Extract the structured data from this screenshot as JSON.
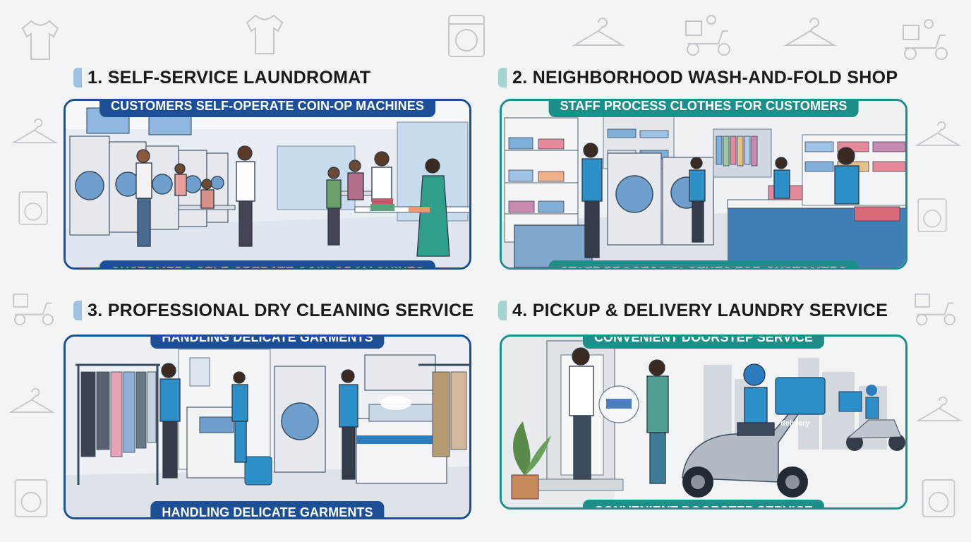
{
  "colors": {
    "blue": "#1c4f96",
    "teal": "#1e8f88",
    "background": "#f3f4f6"
  },
  "background_icons": [
    "shirt-icon",
    "hanger-icon",
    "washing-machine-icon",
    "delivery-scooter-icon"
  ],
  "sections": [
    {
      "heading": "1. SELF-SERVICE LAUNDROMAT",
      "label_top": "CUSTOMERS SELF-OPERATE COIN-OP MACHINES",
      "label_bottom": "CUSTOMERS SELF-OPERATE COIN-OP MACHINES",
      "accent": "blue"
    },
    {
      "heading": "2. NEIGHBORHOOD WASH-AND-FOLD SHOP",
      "label_top": "STAFF PROCESS CLOTHES FOR CUSTOMERS",
      "label_bottom": "STAFF PROCESS CLOTHES FOR CUSTOMERS",
      "accent": "teal"
    },
    {
      "heading": "3. PROFESSIONAL DRY CLEANING SERVICE",
      "label_top": "HANDLING DELICATE GARMENTS",
      "label_bottom": "HANDLING DELICATE GARMENTS",
      "accent": "blue"
    },
    {
      "heading": "4. PICKUP & DELIVERY LAUNDRY SERVICE",
      "label_top": "CONVENIENT DOORSTEP SERVICE",
      "label_bottom": "CONVENIENT DOORSTEP SERVICE",
      "accent": "teal",
      "box_text": "delivery"
    }
  ]
}
